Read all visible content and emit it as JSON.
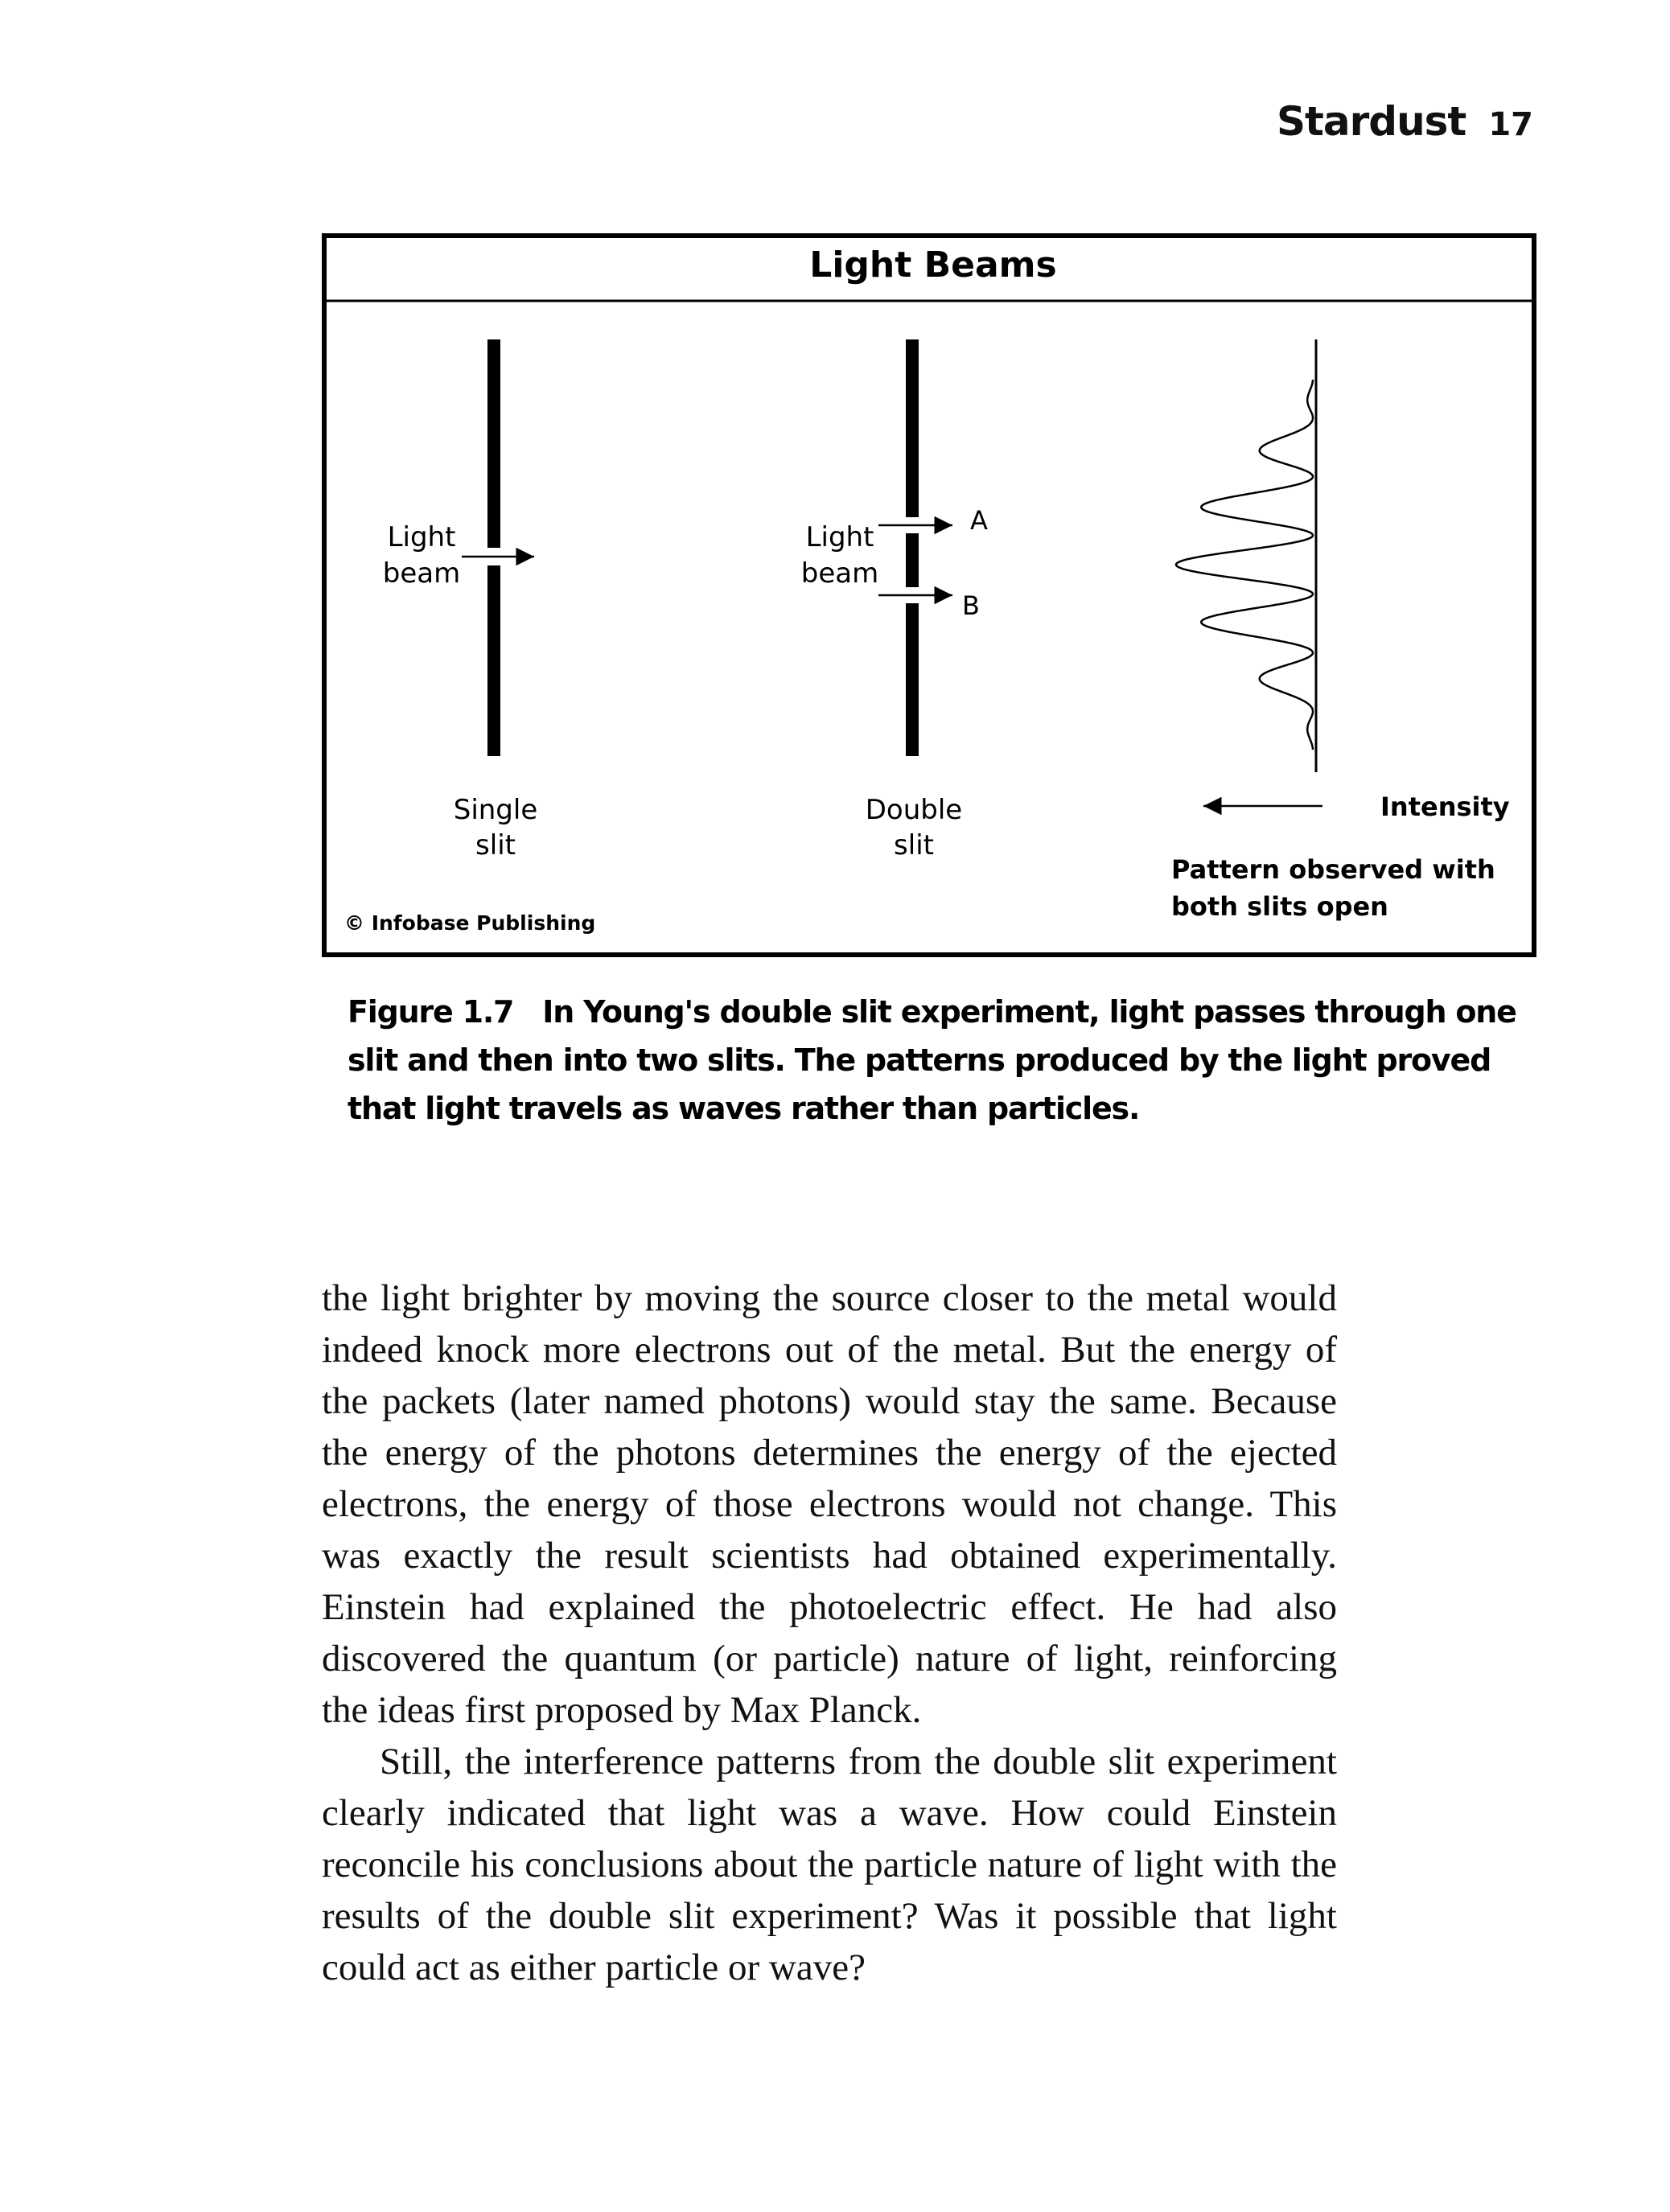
{
  "running_head": {
    "title": "Stardust",
    "page_number": "17"
  },
  "figure": {
    "title": "Light Beams",
    "panel_single": {
      "label_line1": "Light",
      "label_line2": "beam",
      "caption_line1": "Single",
      "caption_line2": "slit"
    },
    "panel_double": {
      "label_line1": "Light",
      "label_line2": "beam",
      "slit_a": "A",
      "slit_b": "B",
      "caption_line1": "Double",
      "caption_line2": "slit"
    },
    "panel_pattern": {
      "axis_label": "Intensity",
      "caption_line1": "Pattern observed with",
      "caption_line2": "both slits open"
    },
    "credit": "© Infobase Publishing"
  },
  "caption": {
    "figure_number": "Figure 1.7",
    "text": "In Young's double slit experiment, light passes through one slit and then into two slits. The patterns produced by the light proved that light travels as waves rather than particles."
  },
  "body": {
    "paragraph_1": "the light brighter by moving the source closer to the metal would indeed knock more electrons out of the metal. But the energy of the packets (later named photons) would stay the same. Because the energy of the photons determines the energy of the ejected electrons, the energy of those electrons would not change. This was exactly the result scientists had obtained experimentally. Einstein had explained the photoelectric effect. He had also discovered the quantum (or particle) nature of light, reinforcing the ideas first proposed by Max Planck.",
    "paragraph_2": "Still, the interference patterns from the double slit experiment clearly indicated that light was a wave. How could Einstein reconcile his conclusions about the particle nature of light with the results of the double slit experiment? Was it possible that light could act as either particle or wave?"
  }
}
